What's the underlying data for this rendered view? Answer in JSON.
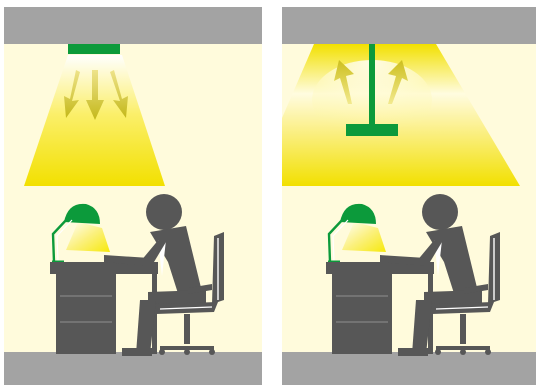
{
  "panels": [
    {
      "id": "downlight",
      "fixture_icon": "ceiling-downlight-icon",
      "light_direction": "down",
      "arrow_icons": [
        "arrow-down-left-icon",
        "arrow-down-icon",
        "arrow-down-right-icon"
      ],
      "task_lamp_icon": "desk-lamp-icon",
      "occupant_icon": "seated-person-icon",
      "desk_icon": "desk-icon",
      "chair_icon": "office-chair-icon"
    },
    {
      "id": "uplight",
      "fixture_icon": "suspended-uplight-icon",
      "light_direction": "up",
      "arrow_icons": [
        "arrow-up-left-icon",
        "arrow-up-right-icon"
      ],
      "task_lamp_icon": "desk-lamp-icon",
      "occupant_icon": "seated-person-icon",
      "desk_icon": "desk-icon",
      "chair_icon": "office-chair-icon"
    }
  ],
  "colors": {
    "room_background": "#fffbdc",
    "ceiling_floor": "#a3a3a3",
    "fixture_green": "#0c9a3b",
    "light_yellow": "#f4e400",
    "arrow_yellow": "#c6bc1a",
    "figure_gray": "#575757"
  }
}
